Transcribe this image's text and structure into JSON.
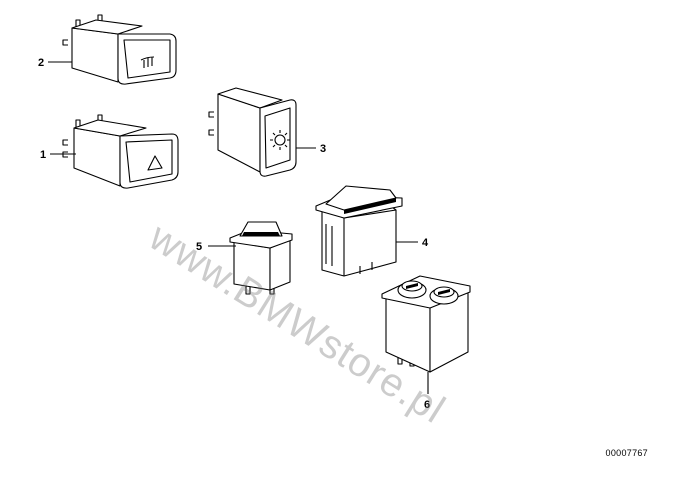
{
  "watermark": "www.BMWstore.pl",
  "diagram_id": "00007767",
  "callouts": {
    "c1": "1",
    "c2": "2",
    "c3": "3",
    "c4": "4",
    "c5": "5",
    "c6": "6"
  },
  "parts": {
    "p1": "hazard-warning-switch-icon",
    "p2": "rear-window-defogger-switch-icon",
    "p3": "light-switch-icon",
    "p4": "rocker-switch-icon",
    "p5": "push-button-switch-icon",
    "p6": "dual-knob-switch-icon"
  }
}
